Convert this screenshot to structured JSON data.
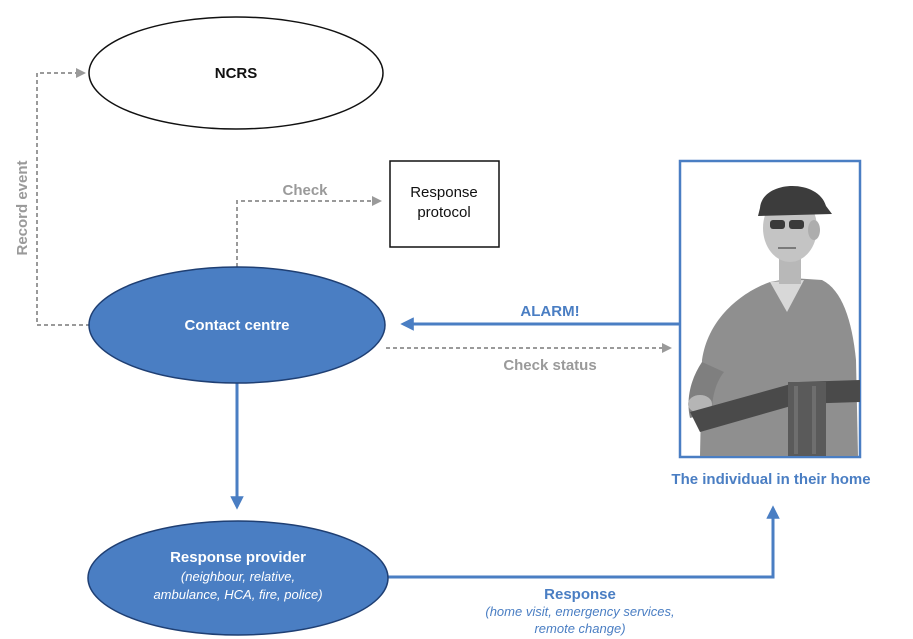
{
  "nodes": {
    "ncrs": {
      "label": "NCRS"
    },
    "protocol": {
      "line1": "Response",
      "line2": "protocol"
    },
    "contact_centre": {
      "label": "Contact centre"
    },
    "provider": {
      "title": "Response provider",
      "line1": "(neighbour, relative,",
      "line2": "ambulance, HCA, fire, police)"
    },
    "individual": {
      "caption": "The individual in their home",
      "photo_icon": "elderly-man-photo"
    }
  },
  "edges": {
    "record_event": "Record event",
    "check": "Check",
    "alarm": "ALARM!",
    "check_status": "Check status",
    "response": {
      "title": "Response",
      "line1": "(home visit, emergency services,",
      "line2": "remote change)"
    }
  },
  "colors": {
    "blue": "#4a7ec3",
    "blue_stroke": "#1f3f73",
    "grey": "#9a9a9a",
    "black": "#111111"
  }
}
